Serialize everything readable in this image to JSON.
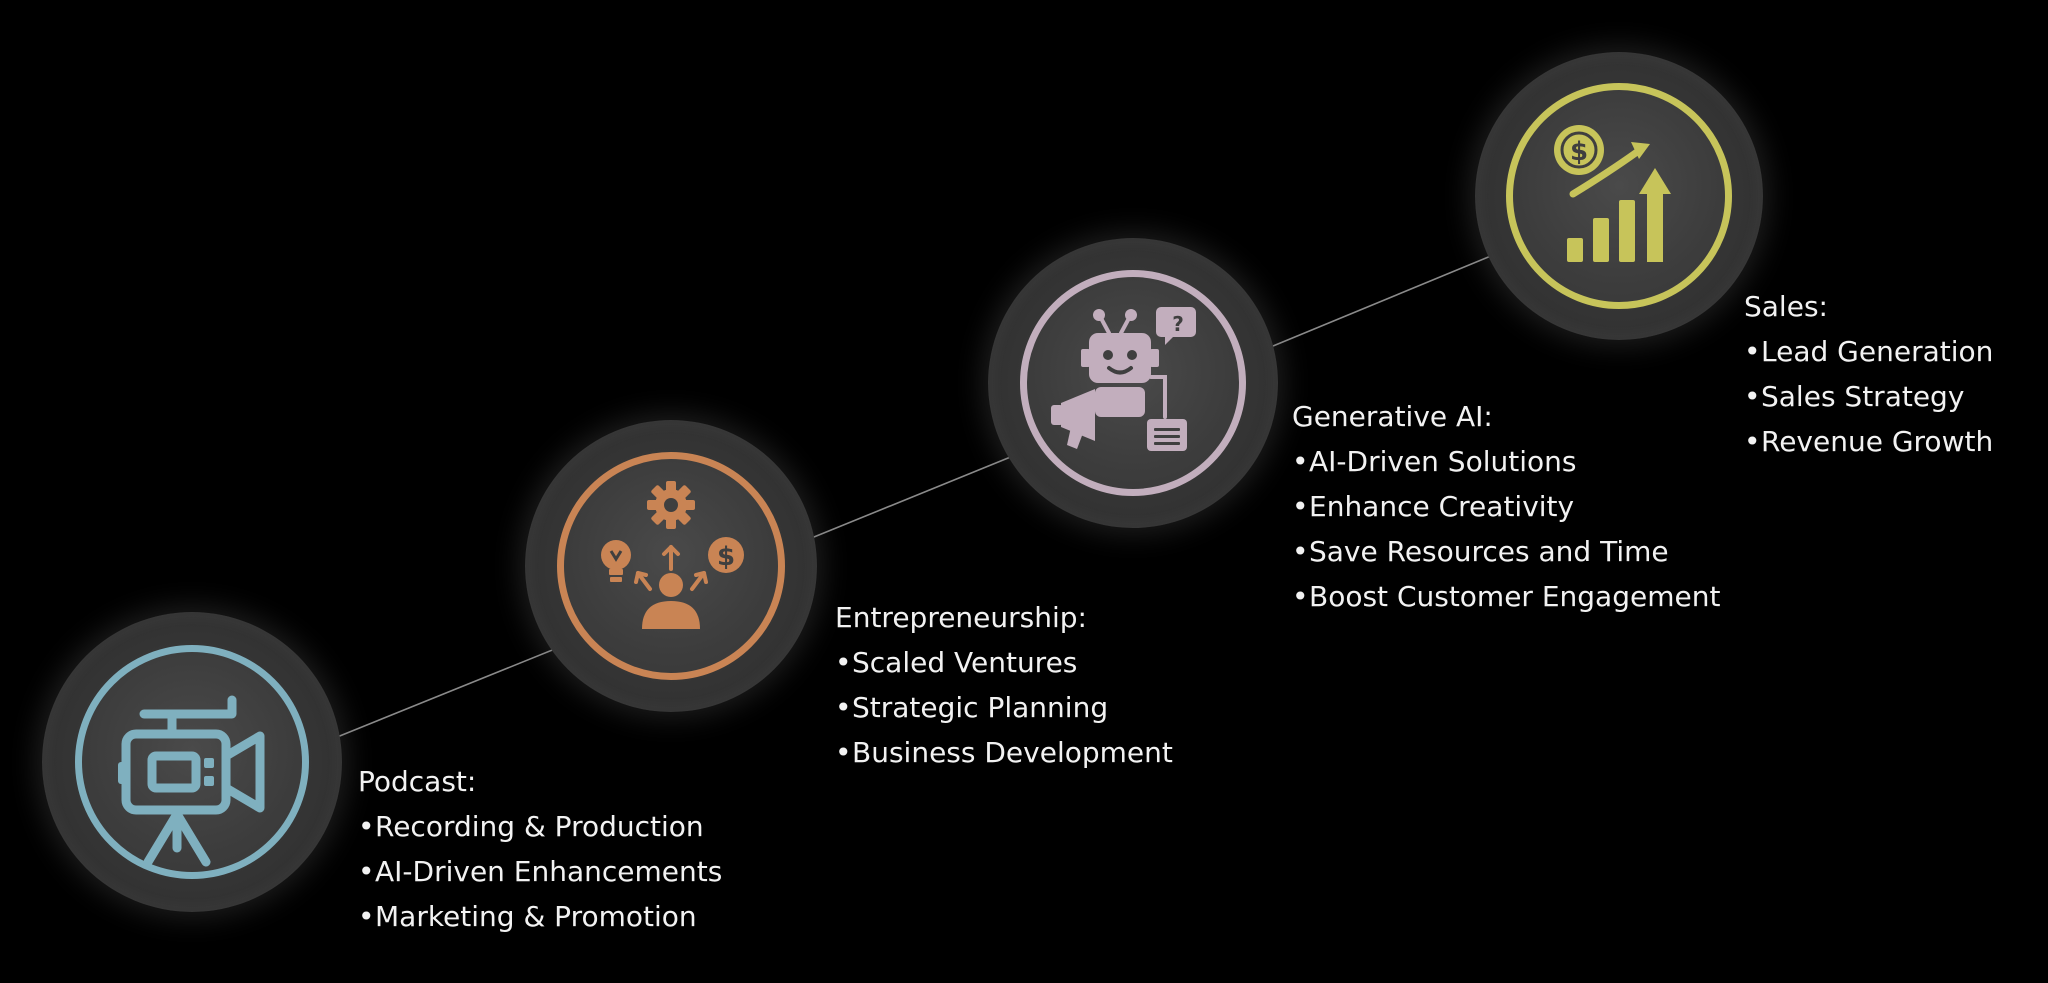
{
  "colors": {
    "background": "#000000",
    "connector": "#8a8a8a",
    "text": "#f2f2f2",
    "podcast": "#7fb0bf",
    "entrepreneurship": "#c98454",
    "generative_ai": "#c2aebd",
    "sales": "#c7c45a"
  },
  "stages": [
    {
      "title": "Podcast:",
      "icon": "video-camera-icon",
      "items": [
        "Recording & Production",
        "AI-Driven Enhancements",
        "Marketing & Promotion"
      ]
    },
    {
      "title": "Entrepreneurship:",
      "icon": "entrepreneur-ideas-icon",
      "items": [
        "Scaled Ventures",
        "Strategic Planning",
        "Business Development"
      ]
    },
    {
      "title": "Generative AI:",
      "icon": "robot-megaphone-icon",
      "items": [
        "AI-Driven Solutions",
        "Enhance Creativity",
        "Save Resources and Time",
        "Boost Customer Engagement"
      ]
    },
    {
      "title": "Sales:",
      "icon": "sales-growth-chart-icon",
      "items": [
        "Lead Generation",
        "Sales Strategy",
        "Revenue Growth"
      ]
    }
  ],
  "bullet": "•"
}
